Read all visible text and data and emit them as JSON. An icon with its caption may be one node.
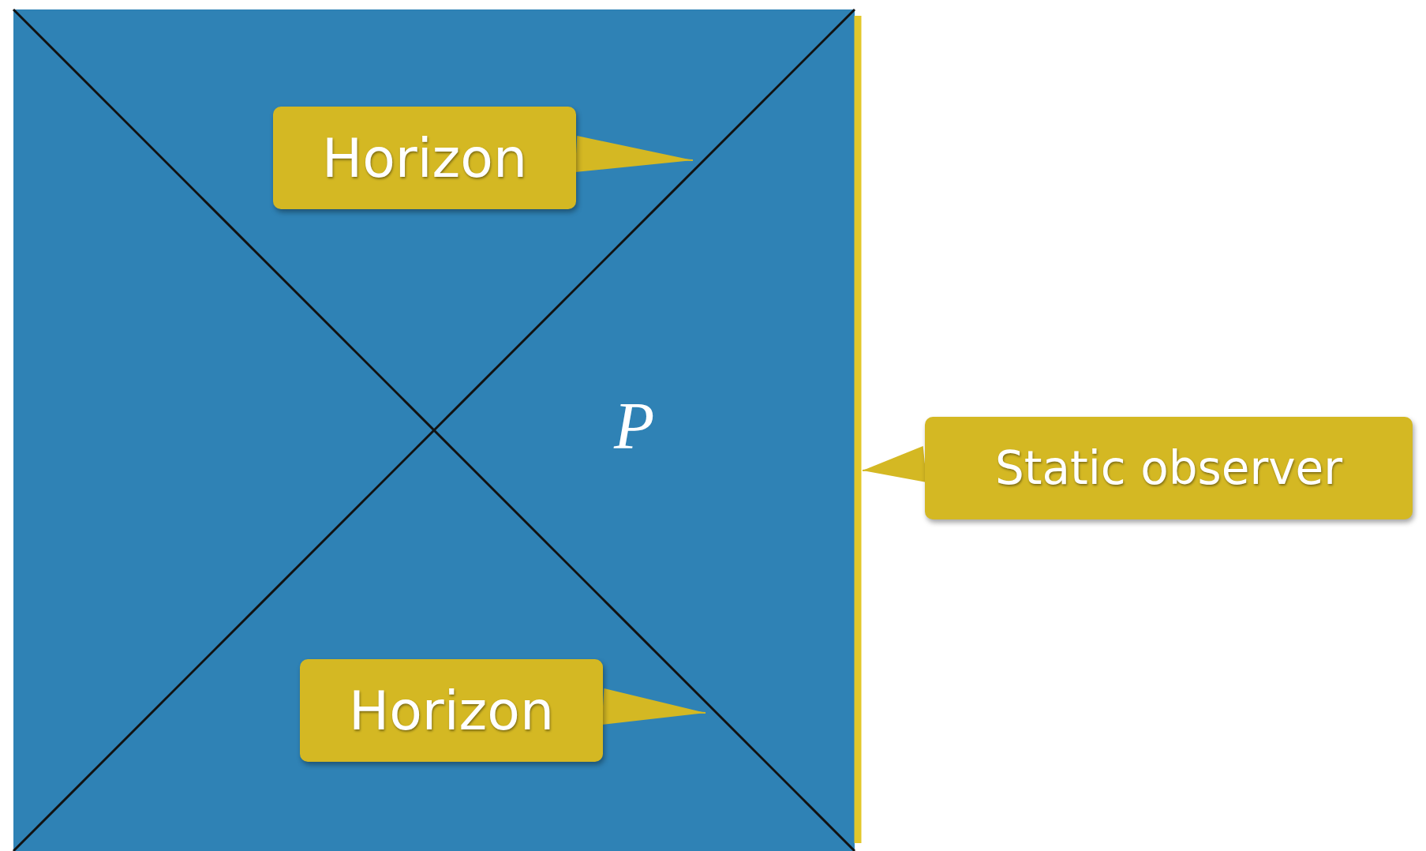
{
  "diagram": {
    "nodes": [
      {
        "text": [
          "Horizon"
        ]
      },
      {
        "text": [
          "Horizon"
        ]
      },
      {
        "text": [
          "Static observer"
        ]
      },
      {
        "text": [],
        "shape": "line"
      }
    ],
    "edges": [
      {
        "from": 0,
        "to": null,
        "arrow": "to"
      },
      {
        "from": 1,
        "to": null,
        "arrow": "to"
      },
      {
        "from": 2,
        "to": 3,
        "arrow": "to"
      }
    ],
    "labels": [
      "P"
    ]
  }
}
